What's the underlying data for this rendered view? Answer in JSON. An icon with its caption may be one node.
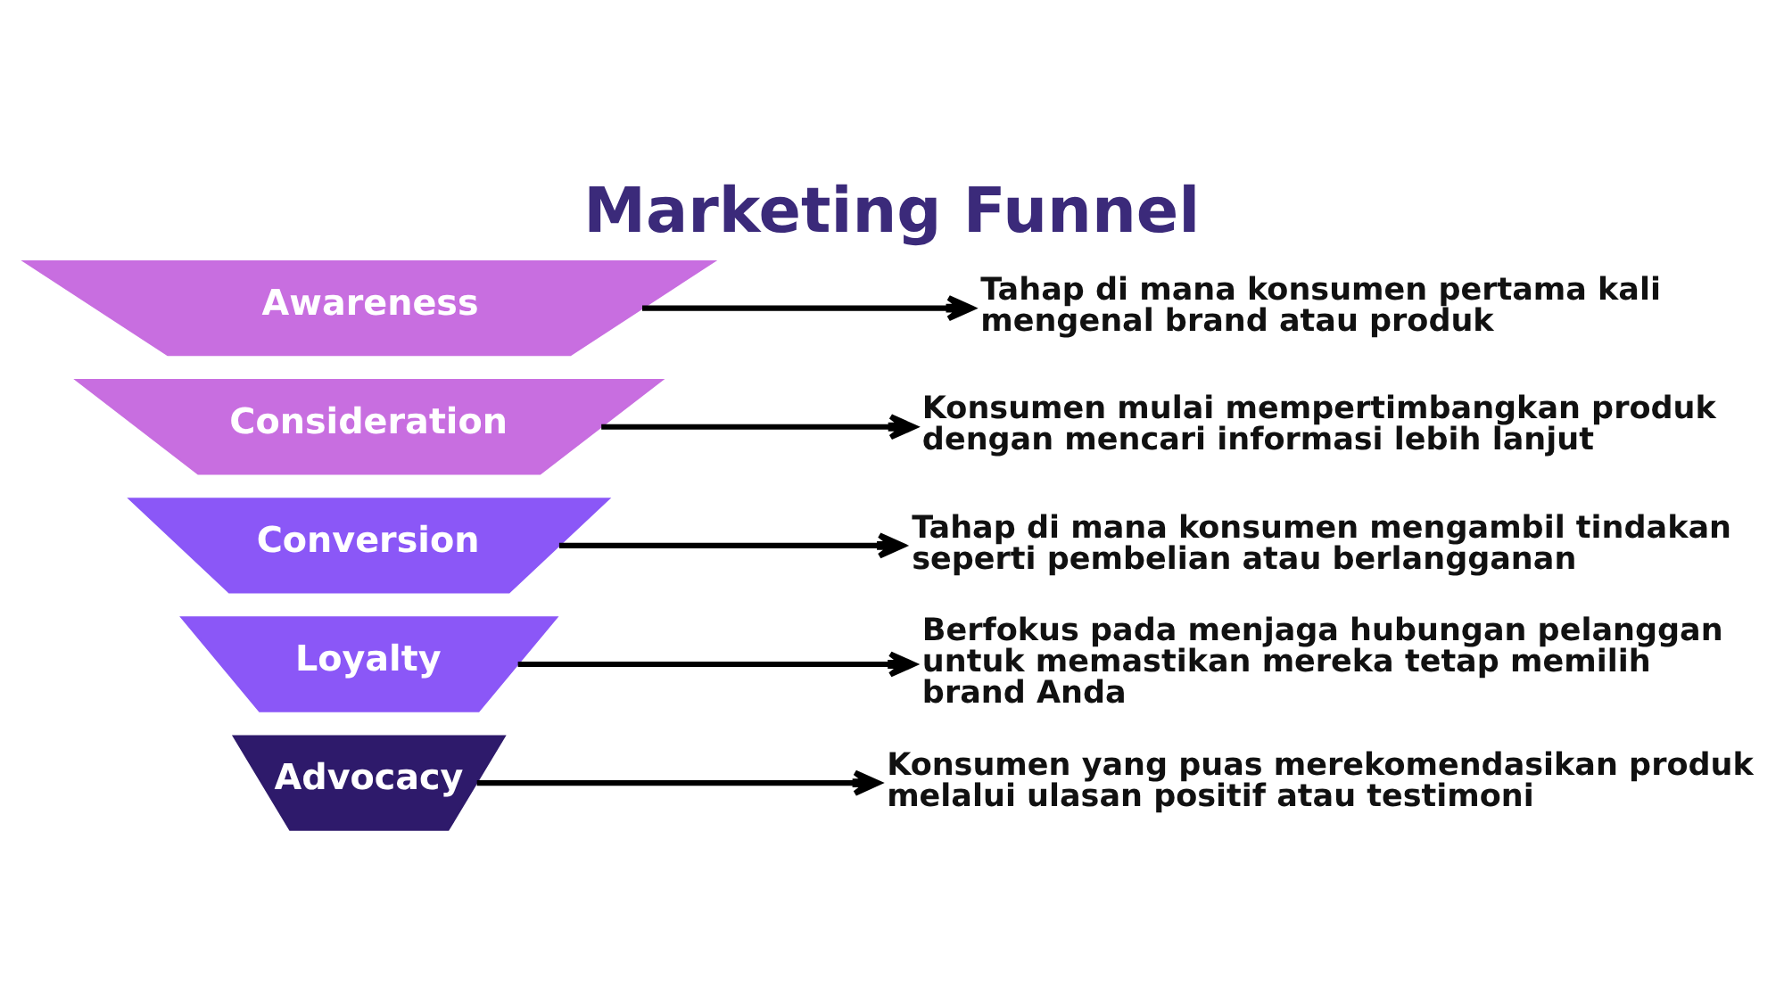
{
  "diagram": {
    "title": "Marketing Funnel",
    "nodes": [
      {
        "text": [
          "Awareness"
        ]
      },
      {
        "text": [
          "Consideration"
        ]
      },
      {
        "text": [
          "Conversion"
        ]
      },
      {
        "text": [
          "Loyalty"
        ]
      },
      {
        "text": [
          "Advocacy"
        ]
      },
      {
        "text": [
          "Tahap di mana konsumen pertama kali mengenal brand atau produk"
        ]
      },
      {
        "text": [
          "Konsumen mulai mempertimbangkan produk dengan mencari informasi lebih lanjut"
        ]
      },
      {
        "text": [
          "Tahap di mana konsumen mengambil tindakan seperti pembelian atau berlangganan"
        ]
      },
      {
        "text": [
          "Berfokus pada menjaga hubungan pelanggan untuk memastikan mereka tetap memilih brand Anda"
        ]
      },
      {
        "text": [
          "Konsumen yang puas merekomendasikan produk melalui ulasan positif atau testimoni"
        ]
      }
    ],
    "edges": [
      {
        "from": 0,
        "to": 5,
        "arrow": "to"
      },
      {
        "from": 1,
        "to": 6,
        "arrow": "to"
      },
      {
        "from": 2,
        "to": 7,
        "arrow": "to"
      },
      {
        "from": 3,
        "to": 8,
        "arrow": "to"
      },
      {
        "from": 4,
        "to": 9,
        "arrow": "to"
      }
    ]
  }
}
